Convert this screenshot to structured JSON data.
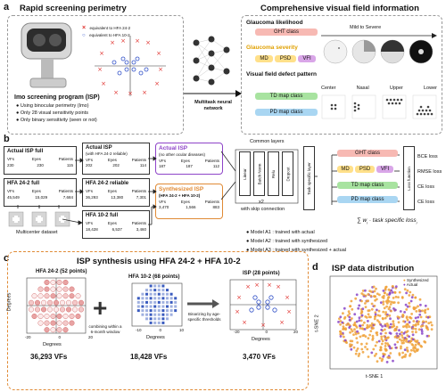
{
  "panel_a": {
    "letter": "a",
    "title_left": "Rapid screening perimetry",
    "title_right": "Comprehensive visual field information",
    "legend_24": "equivalent to HFA 24-2",
    "legend_10": "equivalent to HFA 10-2",
    "device_caption": "Imo screening program (ISP)",
    "bullets": [
      "Using binocular perimetry (Imo)",
      "Only 28 visual sensitivity points",
      "Only binary sensitivity (seen or not)"
    ],
    "network_label": "Multitask neural network",
    "likelihood_title": "Glaucoma likelihood",
    "ght_class": "GHT class",
    "mild_severe": "Mild to Severe",
    "severity_title": "Glaucoma severity",
    "sev_boxes": [
      "MD",
      "PSD",
      "VFI"
    ],
    "pattern_title": "Visual field defect pattern",
    "td_map": "TD map class",
    "pd_map": "PD map class",
    "pattern_labels": [
      "Center",
      "Nasal",
      "Upper",
      "Lower"
    ],
    "colors": {
      "red": "#e0322e",
      "blue": "#3050c8",
      "ght": "#f7b9b3",
      "sev": "#ffd84f",
      "md": "#ffe08a",
      "vfi": "#d9a6e8",
      "td": "#a8e3a0",
      "pd": "#a9d6f2"
    }
  },
  "panel_b": {
    "letter": "b",
    "boxes": [
      {
        "title": "Actual ISP full",
        "sub": "",
        "headers": [
          "VFs",
          "Eyes",
          "Patients"
        ],
        "values": [
          "230",
          "230",
          "115"
        ]
      },
      {
        "title": "Actual ISP",
        "sub": "(with HFA 24-2 reliable)",
        "headers": [
          "VFs",
          "Eyes",
          "Patients"
        ],
        "values": [
          "202",
          "202",
          "114"
        ]
      },
      {
        "title": "Actual ISP",
        "sub": "(no other ocular diseases)",
        "headers": [
          "VFs",
          "Eyes",
          "Patients"
        ],
        "values": [
          "187",
          "187",
          "112"
        ]
      },
      {
        "title": "HFA 24-2 full",
        "sub": "",
        "headers": [
          "VFs",
          "Eyes",
          "Patients"
        ],
        "values": [
          "45,549",
          "15,029",
          "7,684"
        ]
      },
      {
        "title": "HFA 24-2 reliable",
        "sub": "",
        "headers": [
          "VFs",
          "Eyes",
          "Patients"
        ],
        "values": [
          "36,293",
          "13,380",
          "7,301"
        ]
      },
      {
        "title": "Synthesized ISP",
        "sub": "(HFA 24-2 + HFA 10-2)",
        "headers": [
          "VFs",
          "Eyes",
          "Patients"
        ],
        "values": [
          "3,470",
          "1,566",
          "883"
        ]
      },
      {
        "title": "HFA 10-2 full",
        "sub": "",
        "headers": [
          "VFs",
          "Eyes",
          "Patients"
        ],
        "values": [
          "18,428",
          "6,537",
          "3,460"
        ]
      }
    ],
    "multicenter": "Multicenter dataset",
    "common_layers": "Common layers",
    "layers": [
      "Linear",
      "Batch Norm",
      "Relu",
      "Dropout"
    ],
    "x2": "x2",
    "skip": "with skip connection",
    "task_layer": "Task specific layer",
    "loss_function": "Loss function",
    "outputs": [
      "GHT class",
      "MD",
      "PSD",
      "VFI",
      "TD map class",
      "PD map class"
    ],
    "losses": [
      "BCE loss",
      "RMSE loss",
      "CE loss",
      "CE loss"
    ],
    "sum_formula": "∑ w",
    "sum_sub": "i",
    "sum_rest": " · task specific loss",
    "models": [
      "Model A1 : trained with actual",
      "Model A2 : trained with synthesized",
      "Model A3 : trained with synthesized + actual"
    ]
  },
  "panel_c": {
    "letter": "c",
    "title": "ISP synthesis using HFA 24-2 + HFA 10-2",
    "hfa24_title": "HFA 24-2 (52 points)",
    "hfa10_title": "HFA 10-2 (68 points)",
    "isp_title": "ISP (28 points)",
    "combine_text": "combining within a 6-month window",
    "binarize_text": "Binarizing by age-specific thresholds",
    "xlabel": "Degrees",
    "ylabel": "Degrees",
    "ticks24": [
      "-20",
      "0",
      "20"
    ],
    "ticks10": [
      "-10",
      "0",
      "10"
    ],
    "counts": [
      "36,293 VFs",
      "18,428 VFs",
      "3,470 VFs"
    ]
  },
  "panel_d": {
    "letter": "d",
    "title": "ISP data distribution",
    "xlabel": "t-SNE 1",
    "ylabel": "t-SNE 2",
    "legend": [
      "Synthesized",
      "Actual"
    ],
    "colors": {
      "synth": "#f0a23a",
      "actual": "#8a46c8"
    }
  }
}
